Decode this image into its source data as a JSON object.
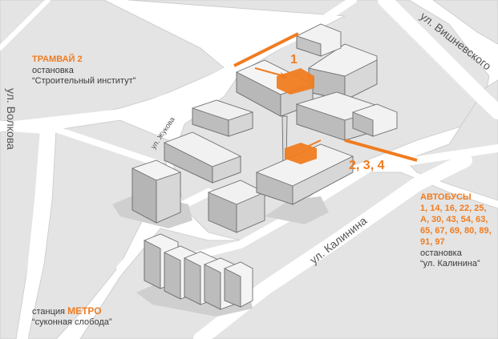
{
  "streets": {
    "vishnevskogo": "ул. Вишневского",
    "volkova": "ул. Волкова",
    "kalinina": "ул. Калинина",
    "zhukova": "ул. Жукова"
  },
  "tram": {
    "title": "ТРАМВАЙ 2",
    "stop_word": "остановка",
    "stop_name": "“Строительный институт”"
  },
  "buses": {
    "title": "АВТОБУСЫ",
    "routes_line1": "1, 14, 16, 22, 25,",
    "routes_line2": "А, 30, 43, 54, 63,",
    "routes_line3": "65, 67,  69, 80, 89,",
    "routes_line4": "91, 97",
    "stop_word": "остановка",
    "stop_name": "“ул. Калинина”"
  },
  "metro": {
    "station_word": "станция",
    "title": "МЕТРО",
    "name": "“суконная слобода”"
  },
  "entrances": {
    "entrance_1": "1",
    "entrance_234": "2, 3, 4"
  },
  "colors": {
    "accent": "#f07c20",
    "road": "#ffffff",
    "ground": "#e4e4e4",
    "building": "#f2f2f2",
    "building_shadow": "#9a9a9a"
  }
}
